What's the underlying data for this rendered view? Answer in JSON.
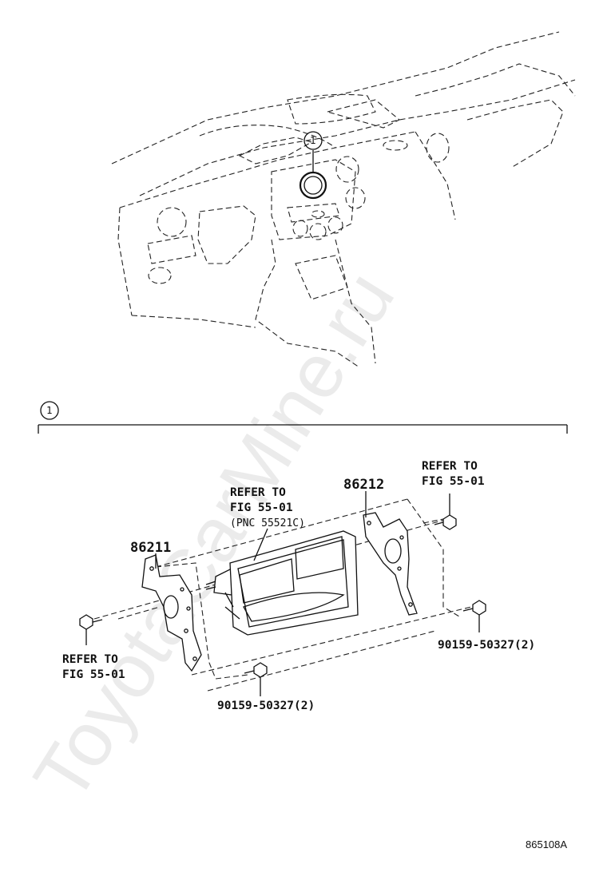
{
  "watermark": "ToyotaCarMine.ru",
  "callouts": {
    "overview_marker": "1",
    "section_marker": "1"
  },
  "parts": {
    "bracket_left": "86211",
    "bracket_right": "86212",
    "bolt_lower_left": "90159-50327(2)",
    "bolt_lower_right": "90159-50327(2)"
  },
  "references": {
    "left_line1": "REFER TO",
    "left_line2": "FIG 55-01",
    "right_line1": "REFER TO",
    "right_line2": "FIG 55-01",
    "center_line1": "REFER TO",
    "center_line2": "FIG 55-01",
    "center_line3": "(PNC 55521C)"
  },
  "figure_id": "865108A"
}
